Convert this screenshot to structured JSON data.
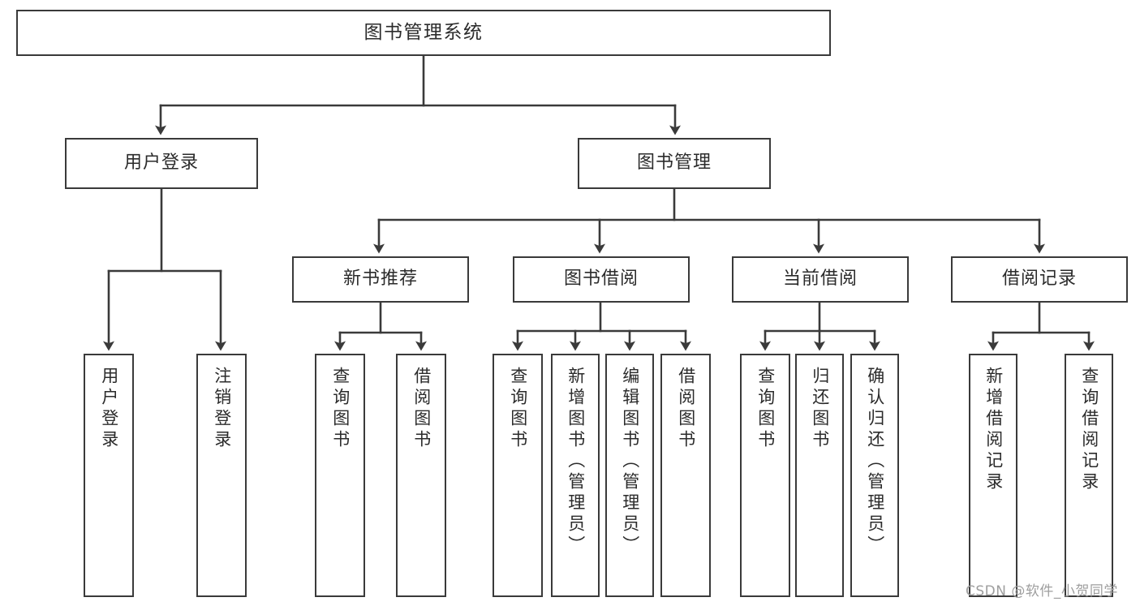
{
  "diagram": {
    "type": "tree-hierarchy",
    "title": "图书管理系统",
    "orientation": "top-down",
    "colors": {
      "stroke": "#3a3a3a",
      "text": "#2b2b2b",
      "background": "#ffffff",
      "watermark": "#9e9e9e"
    },
    "root": {
      "label": "图书管理系统"
    },
    "level2": [
      {
        "label": "用户登录"
      },
      {
        "label": "图书管理"
      }
    ],
    "level3": [
      {
        "label": "新书推荐"
      },
      {
        "label": "图书借阅"
      },
      {
        "label": "当前借阅"
      },
      {
        "label": "借阅记录"
      }
    ],
    "leaves": {
      "user_login": [
        {
          "label": "用户登录"
        },
        {
          "label": "注销登录"
        }
      ],
      "new_book_recommend": [
        {
          "label": "查询图书"
        },
        {
          "label": "借阅图书"
        }
      ],
      "book_borrow": [
        {
          "label": "查询图书"
        },
        {
          "label": "新增图书（管理员）"
        },
        {
          "label": "编辑图书（管理员）"
        },
        {
          "label": "借阅图书"
        }
      ],
      "current_borrow": [
        {
          "label": "查询图书"
        },
        {
          "label": "归还图书"
        },
        {
          "label": "确认归还（管理员）"
        }
      ],
      "borrow_record": [
        {
          "label": "新增借阅记录"
        },
        {
          "label": "查询借阅记录"
        }
      ]
    }
  },
  "watermark": {
    "text": "CSDN @软件_小贺同学"
  }
}
